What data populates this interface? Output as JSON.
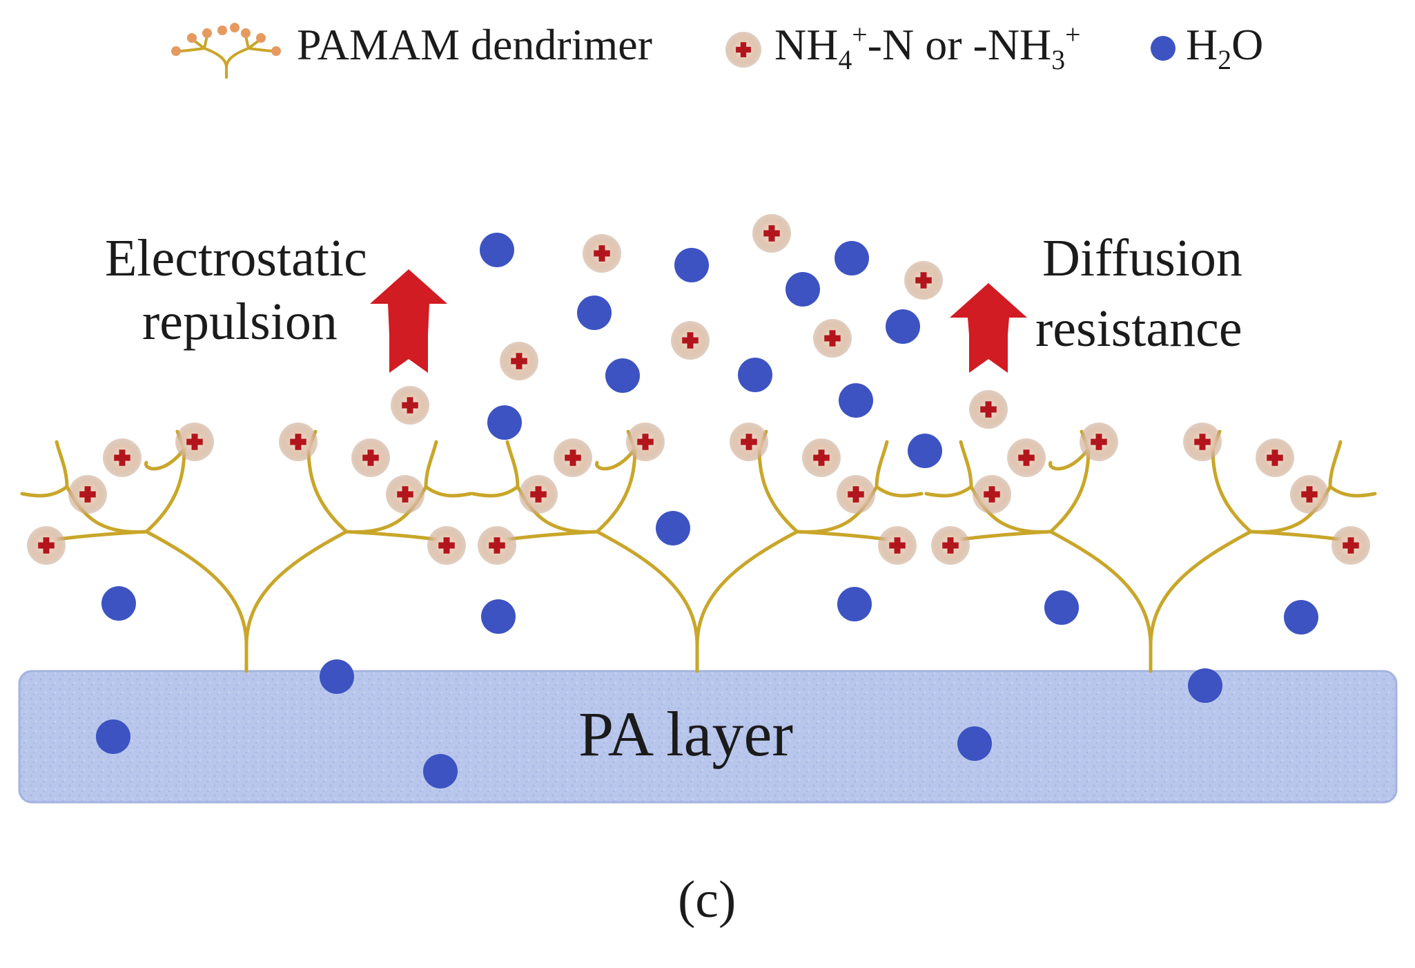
{
  "legend": {
    "dendrimer_label": "PAMAM dendrimer",
    "ion_label_pre": "NH",
    "ion_label_sub1": "4",
    "ion_label_sup1": "+",
    "ion_label_mid": "-N or -NH",
    "ion_label_sub2": "3",
    "ion_label_sup2": "+",
    "water_label_pre": "H",
    "water_label_sub": "2",
    "water_label_post": "O"
  },
  "annotations": {
    "left_line1": "Electrostatic",
    "left_line2": "repulsion",
    "right_line1": "Diffusion",
    "right_line2": "resistance"
  },
  "layer_label": "PA layer",
  "caption": "(c)",
  "colors": {
    "water": "#3d53c2",
    "ion_halo": "#d2b49c",
    "ion_plus": "#b3151c",
    "dendrimer_branch": "#c9a62a",
    "arrow": "#d01c22",
    "pa_layer": "#b9c7ec",
    "pa_border": "#9fb1e0"
  },
  "icons": {
    "ion": "plus-ion-icon",
    "water": "water-molecule-icon",
    "arrow": "up-arrow-icon"
  }
}
